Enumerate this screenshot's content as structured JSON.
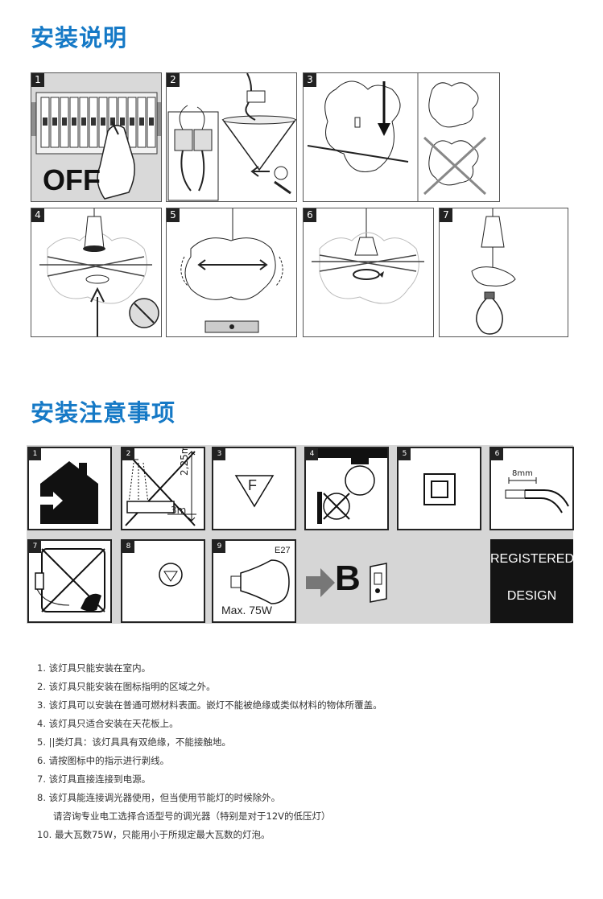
{
  "section1": {
    "title": "安装说明",
    "steps": [
      {
        "num": "1",
        "off_label": "OFF"
      },
      {
        "num": "2"
      },
      {
        "num": "3"
      },
      {
        "num": "4"
      },
      {
        "num": "5"
      },
      {
        "num": "6"
      },
      {
        "num": "7"
      }
    ]
  },
  "section2": {
    "title": "安装注意事项",
    "icons": [
      {
        "num": "1"
      },
      {
        "num": "2",
        "height_label": "2,25m",
        "distance_label": "3m"
      },
      {
        "num": "3",
        "letter": "F"
      },
      {
        "num": "4"
      },
      {
        "num": "5"
      },
      {
        "num": "6",
        "strip_label": "8mm"
      },
      {
        "num": "7"
      },
      {
        "num": "8"
      },
      {
        "num": "9",
        "socket_label": "E27",
        "max_label": "Max. 75W"
      }
    ],
    "energy_class": "B",
    "registered": {
      "line1": "REGISTERED",
      "line2": "DESIGN"
    }
  },
  "notes": [
    "1. 该灯具只能安装在室内。",
    "2. 该灯具只能安装在图标指明的区域之外。",
    "3. 该灯具可以安装在普通可燃材料表面。嵌灯不能被绝缘或类似材料的物体所覆盖。",
    "4. 该灯具只适合安装在天花板上。",
    "5. ||类灯具：该灯具具有双绝缘，不能接触地。",
    "6. 请按图标中的指示进行剥线。",
    "7. 该灯具直接连接到电源。",
    "8. 该灯具能连接调光器使用，但当使用节能灯的时候除外。",
    "请咨询专业电工选择合适型号的调光器（特别是对于12V的低压灯）",
    "10. 最大瓦数75W，只能用小于所规定最大瓦数的灯泡。"
  ]
}
